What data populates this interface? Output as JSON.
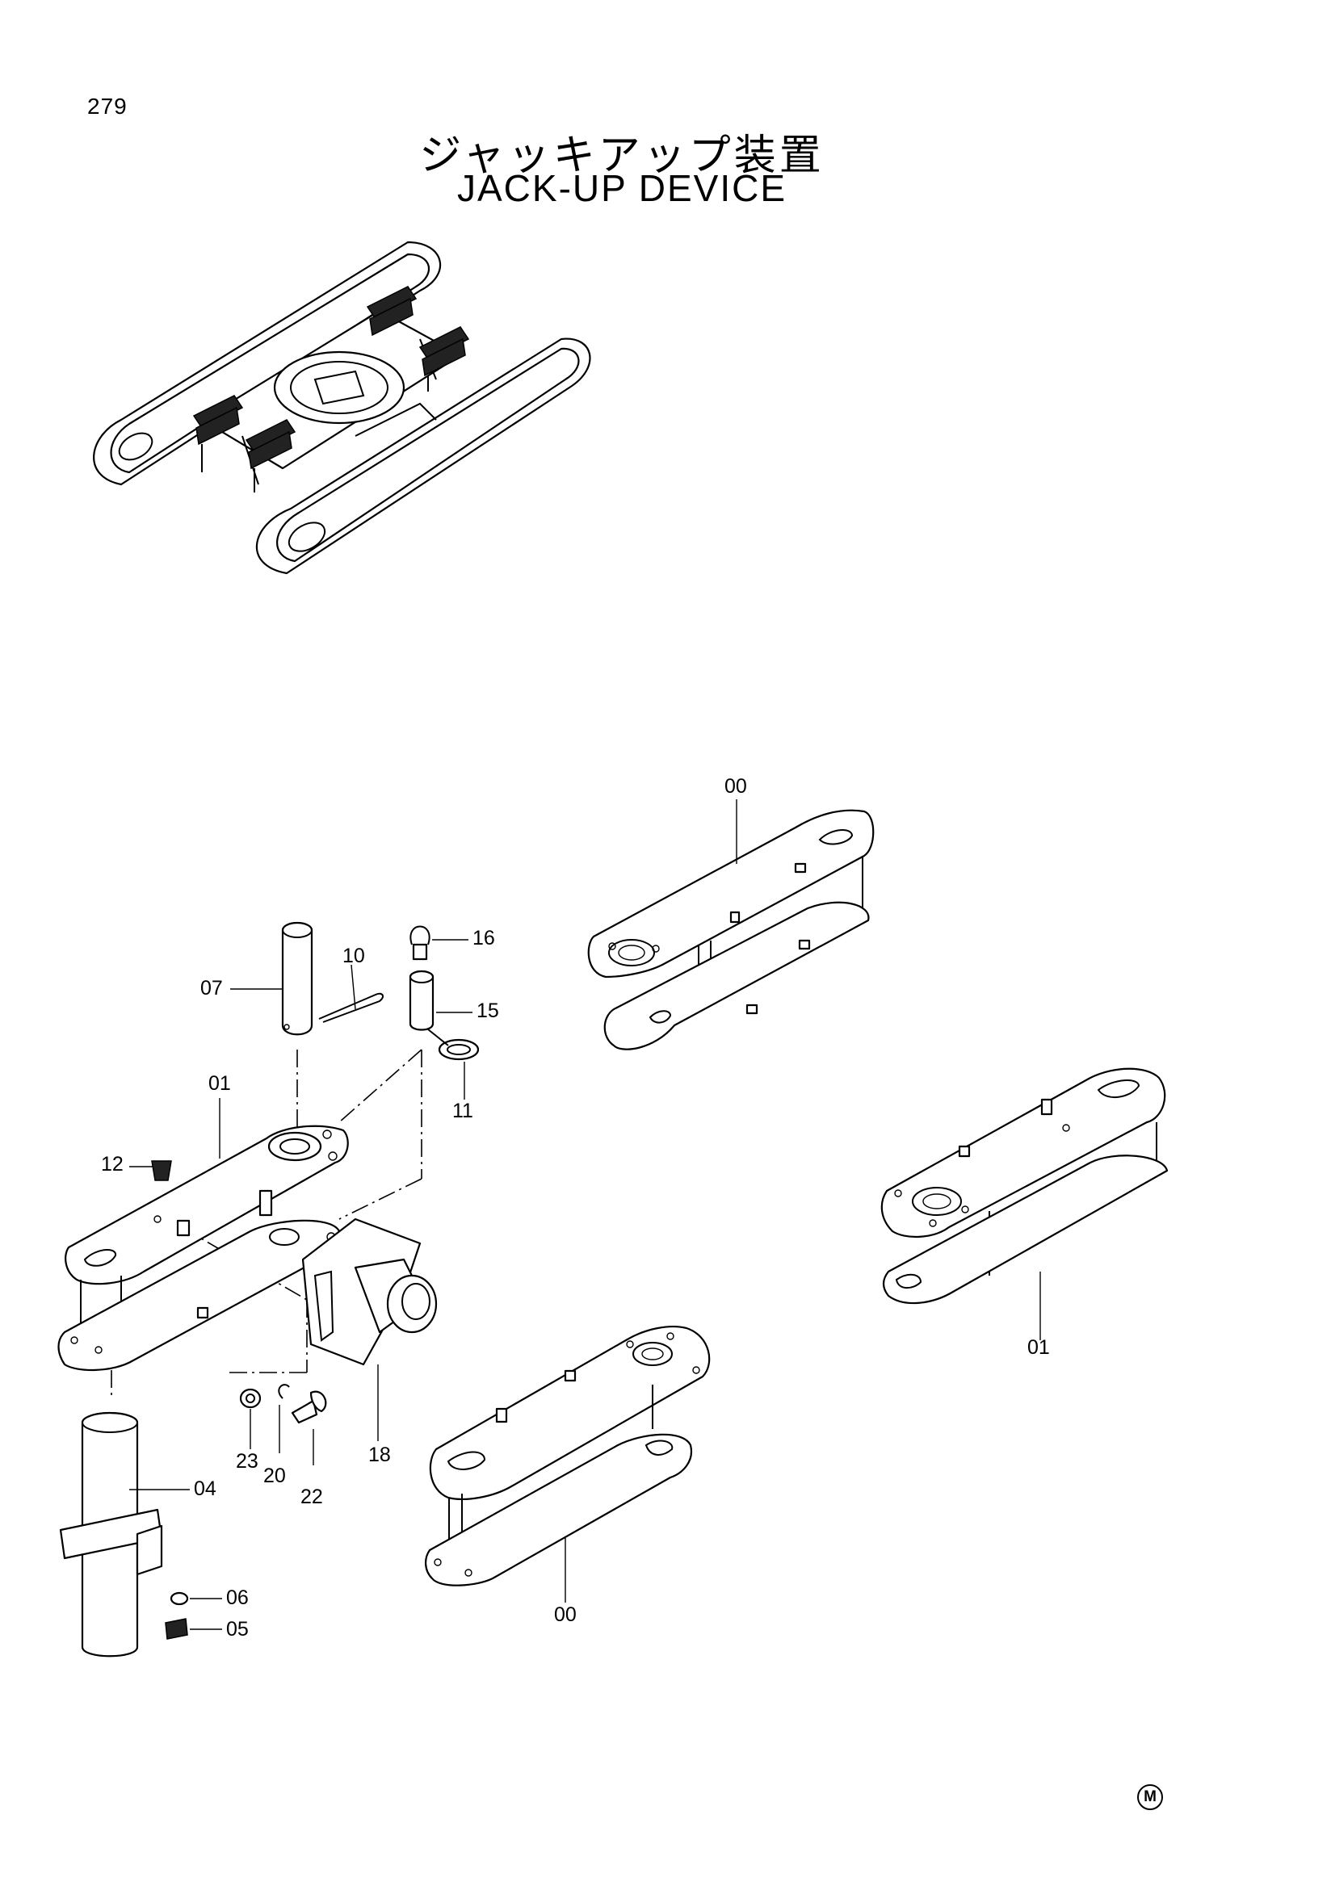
{
  "header": {
    "page_number": "279",
    "title_ja": "ジャッキアップ装置",
    "title_en": "JACK-UP DEVICE"
  },
  "callouts": {
    "c00_top": "00",
    "c16": "16",
    "c10": "10",
    "c07": "07",
    "c15": "15",
    "c01_left": "01",
    "c11": "11",
    "c12": "12",
    "c01_right": "01",
    "c04": "04",
    "c23": "23",
    "c20": "20",
    "c22": "22",
    "c18": "18",
    "c06": "06",
    "c05": "05",
    "c00_bottom": "00"
  },
  "footer": {
    "mark": "M"
  }
}
